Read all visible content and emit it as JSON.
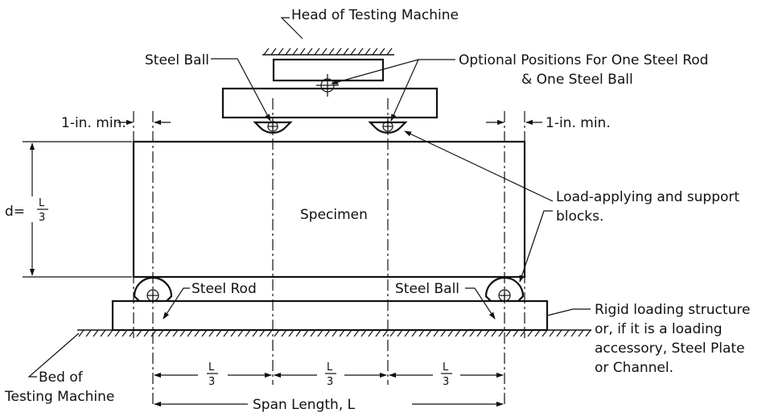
{
  "labels": {
    "head": "Head of Testing Machine",
    "steel_ball_top": "Steel Ball",
    "optional_line1": "Optional Positions For One Steel Rod",
    "optional_line2": "& One Steel Ball",
    "min_left": "1-in. min.",
    "min_right": "1-in. min.",
    "d_prefix": "d=",
    "frac_num": "L",
    "frac_den": "3",
    "specimen": "Specimen",
    "load_line1": "Load-applying and support",
    "load_line2": "blocks.",
    "steel_rod": "Steel Rod",
    "steel_ball_bottom": "Steel Ball",
    "rigid_line1": "Rigid loading structure",
    "rigid_line2": "or, if it is a loading",
    "rigid_line3": "accessory, Steel Plate",
    "rigid_line4": "or Channel.",
    "bed_line1": "Bed of",
    "bed_line2": "Testing Machine",
    "span": "Span Length, L"
  }
}
